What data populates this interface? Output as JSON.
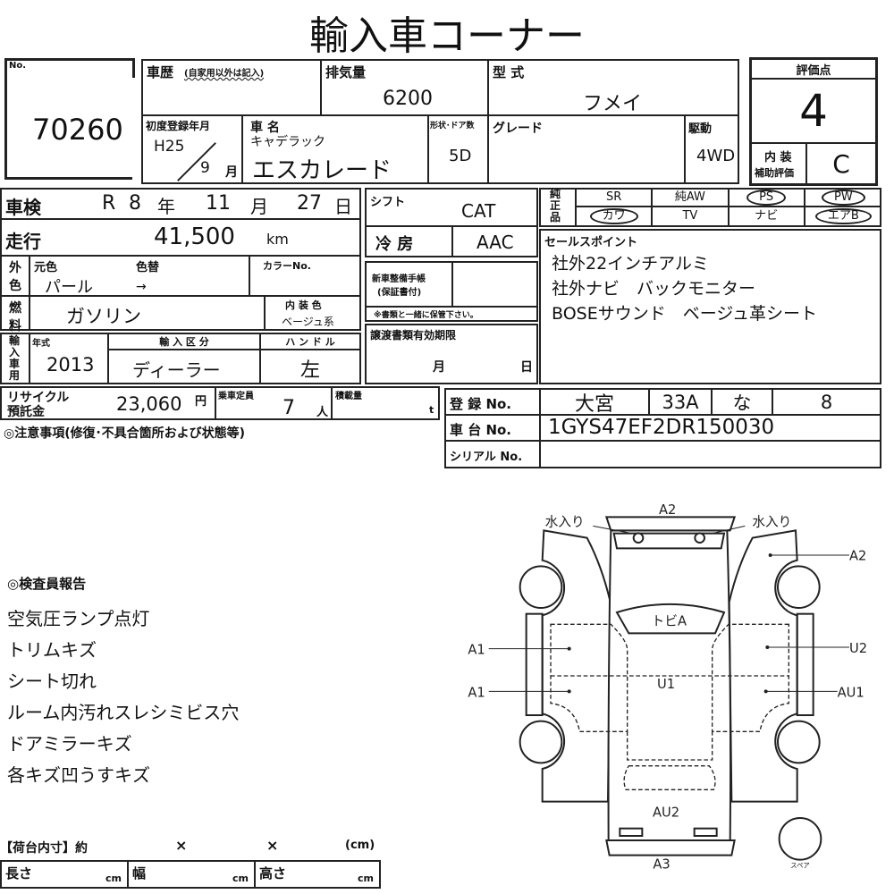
{
  "title": "輸入車コーナー",
  "lot": {
    "label": "No.",
    "number": "70260"
  },
  "history": {
    "label": "車歴",
    "note": "(自家用以外は記入)",
    "value": ""
  },
  "displacement": {
    "label": "排気量",
    "value": "6200"
  },
  "model_code": {
    "label": "型 式",
    "value": "フメイ"
  },
  "first_reg": {
    "label": "初度登録年月",
    "year": "H25",
    "month": "9",
    "month_unit": "月"
  },
  "car_name": {
    "label": "車 名",
    "make": "キャデラック",
    "model": "エスカレード"
  },
  "body": {
    "label": "形状･ドア数",
    "value": "5D"
  },
  "grade": {
    "label": "グレード",
    "value": ""
  },
  "drive": {
    "label": "駆動",
    "value": "4WD"
  },
  "score": {
    "label": "評価点",
    "value": "4",
    "interior_label1": "内 装",
    "interior_label2": "補助評価",
    "interior_value": "C"
  },
  "inspection": {
    "label": "車検",
    "era": "R",
    "year": "8",
    "year_unit": "年",
    "month": "11",
    "month_unit": "月",
    "day": "27",
    "day_unit": "日"
  },
  "mileage": {
    "label": "走行",
    "value": "41,500",
    "unit": "km"
  },
  "exterior": {
    "label": "外色",
    "orig_label": "元色",
    "orig": "パール",
    "change_label": "色替",
    "change": "→",
    "colorno_label": "カラーNo."
  },
  "fuel": {
    "label": "燃料",
    "value": "ガソリン",
    "interior_color_label": "内 装 色",
    "interior_color": "ベージュ系"
  },
  "import": {
    "label": "輸入車用",
    "year_label": "年式",
    "year": "2013",
    "type_label": "輸 入 区 分",
    "type": "ディーラー",
    "handle_label": "ハ ン ド ル",
    "handle": "左"
  },
  "shift": {
    "label": "シフト",
    "value": "CAT"
  },
  "ac": {
    "label": "冷 房",
    "value": "AAC"
  },
  "service_book": {
    "label1": "新車整備手帳",
    "label2": "(保証書付)",
    "note": "※書類と一緒に保管下さい。"
  },
  "transfer": {
    "label": "譲渡書類有効期限",
    "month": "月",
    "day": "日"
  },
  "genuine": {
    "label": "純正品",
    "row1": [
      {
        "t": "SR",
        "c": false
      },
      {
        "t": "純AW",
        "c": false
      },
      {
        "t": "PS",
        "c": true
      },
      {
        "t": "PW",
        "c": true
      }
    ],
    "row2": [
      {
        "t": "カワ",
        "c": true
      },
      {
        "t": "TV",
        "c": false
      },
      {
        "t": "ナビ",
        "c": false
      },
      {
        "t": "エアB",
        "c": true
      }
    ]
  },
  "sales_points": {
    "label": "セールスポイント",
    "lines": [
      "社外22インチアルミ",
      "社外ナビ　バックモニター",
      "BOSEサウンド　ベージュ革シート"
    ]
  },
  "recycle": {
    "label1": "リサイクル",
    "label2": "預託金",
    "value": "23,060",
    "unit": "円"
  },
  "capacity": {
    "label": "乗車定員",
    "value": "7",
    "unit": "人"
  },
  "load": {
    "label": "積載量",
    "unit": "t"
  },
  "notes_heading": "◎注意事項(修復･不具合箇所および状態等)",
  "registration": {
    "reg_label": "登 録 No.",
    "area": "大宮",
    "class": "33A",
    "kana": "な",
    "number": "8",
    "chassis_label": "車 台 No.",
    "chassis": "1GYS47EF2DR150030",
    "serial_label": "シリアル No.",
    "serial": ""
  },
  "report": {
    "heading": "◎検査員報告",
    "lines": [
      "空気圧ランプ点灯",
      "トリムキズ",
      "シート切れ",
      "ルーム内汚れスレシミビス穴",
      "ドアミラーキズ",
      "各キズ凹うすキズ"
    ]
  },
  "cargo": {
    "heading": "【荷台内寸】約",
    "x1": "×",
    "x2": "×",
    "unit": "(cm)",
    "length": "長さ",
    "width": "幅",
    "height": "高さ",
    "cm": "cm"
  },
  "diagram": {
    "top": "A2",
    "water_l": "水入り",
    "water_r": "水入り",
    "right_front": "A2",
    "windshield": "トビA",
    "left_front_door": "A1",
    "left_rear_door": "A1",
    "right_front_door": "U2",
    "right_rear_door": "AU1",
    "roof": "U1",
    "rear": "AU2",
    "rear_bumper": "A3",
    "spare": "スペア"
  }
}
